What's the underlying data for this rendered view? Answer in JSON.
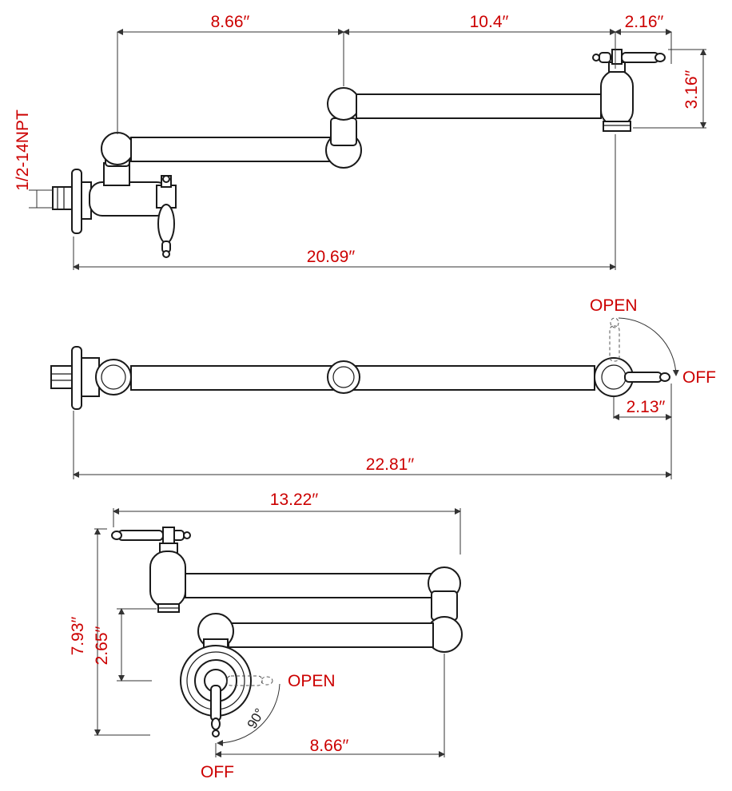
{
  "colors": {
    "dimension_text": "#cc0000",
    "line": "#1a1a1a",
    "background": "#ffffff"
  },
  "side_view": {
    "dim_arm1": "8.66′′",
    "dim_arm2": "10.4′′",
    "dim_valve_width": "2.16′′",
    "dim_valve_height": "3.16′′",
    "dim_thread": "1/2-14NPT",
    "dim_total_length": "20.69′′"
  },
  "top_view": {
    "label_open": "OPEN",
    "label_off": "OFF",
    "dim_handle": "2.13′′",
    "dim_total_length": "22.81′′"
  },
  "folded_view": {
    "dim_folded_length": "13.22′′",
    "dim_total_height": "7.93′′",
    "dim_arm_offset": "2.65′′",
    "label_open": "OPEN",
    "label_off": "OFF",
    "dim_angle": "90°",
    "dim_arm_length": "8.66′′"
  }
}
